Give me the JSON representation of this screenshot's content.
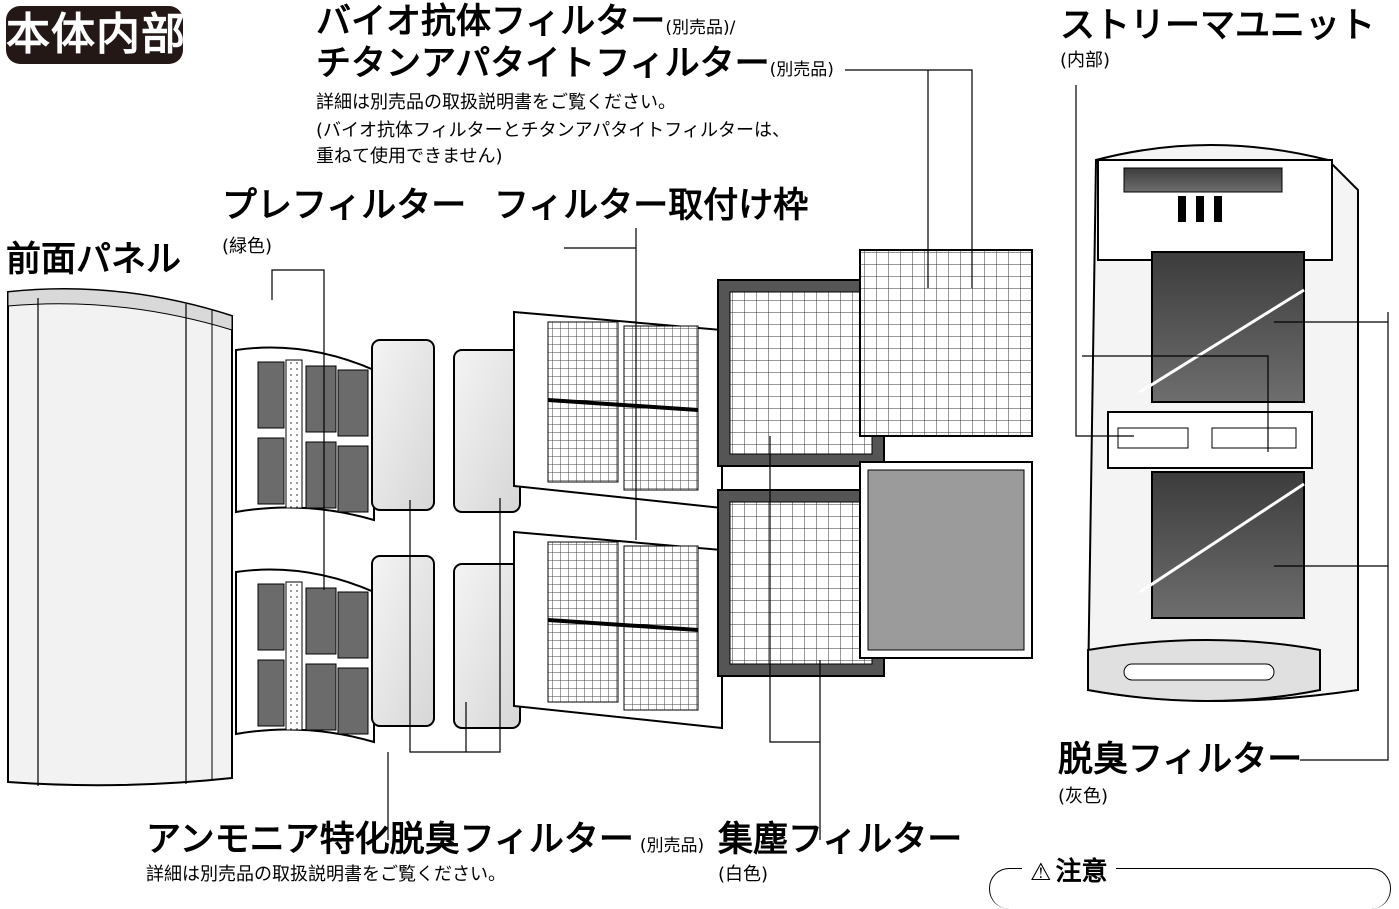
{
  "section_title": "本体内部",
  "labels": {
    "bio_filter": {
      "title": "バイオ抗体フィルター",
      "suffix": "(別売品)/"
    },
    "titan_filter": {
      "title": "チタンアパタイトフィルター",
      "suffix": "(別売品)"
    },
    "optional_note": [
      "詳細は別売品の取扱説明書をご覧ください。",
      "(バイオ抗体フィルターとチタンアパタイトフィルターは、",
      "重ねて使用できません)"
    ],
    "streamer_unit": {
      "title": "ストリーマユニット",
      "sub": "(内部)"
    },
    "pre_filter": {
      "title": "プレフィルター",
      "sub": "(緑色)"
    },
    "filter_frame": {
      "title": "フィルター取付け枠"
    },
    "front_panel": {
      "title": "前面パネル"
    },
    "deodor_filter": {
      "title": "脱臭フィルター",
      "sub": "(灰色)"
    },
    "ammonia_filter": {
      "title": "アンモニア特化脱臭フィルター",
      "suffix": "(別売品)",
      "note": "詳細は別売品の取扱説明書をご覧ください。"
    },
    "dust_filter": {
      "title": "集塵フィルター",
      "sub": "(白色)"
    },
    "caution": "注意"
  }
}
